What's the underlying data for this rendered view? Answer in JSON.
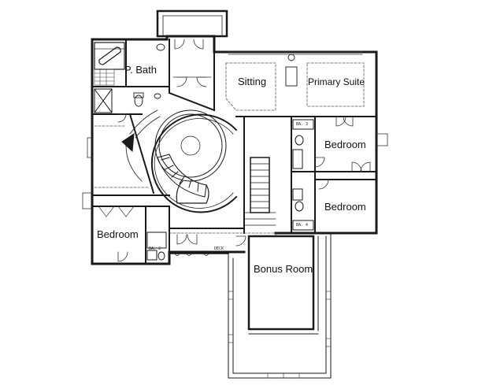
{
  "rooms": {
    "p_bath": "P. Bath",
    "sitting": "Sitting",
    "primary_suite": "Primary Suite",
    "bedroom_right_top": "Bedroom",
    "bedroom_right_bottom": "Bedroom",
    "bedroom_left": "Bedroom",
    "bonus_room": "Bonus Room"
  },
  "small_labels": {
    "ba3": "BA. 3",
    "ba4": "BA. 4",
    "ba2": "BA. 2",
    "deck": "DECK"
  },
  "colors": {
    "wall": "#1a1a1a",
    "thin": "#333333",
    "dash": "#555555"
  }
}
